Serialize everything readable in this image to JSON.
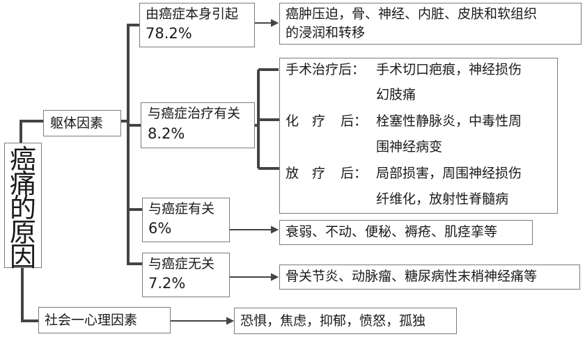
{
  "root": {
    "chars": [
      "癌",
      "痛",
      "的",
      "原",
      "因"
    ]
  },
  "body_factors": {
    "label": "躯体因素",
    "by_cancer_itself": {
      "label": "由癌症本身引起",
      "percent": "78.2%",
      "detail_line1": "癌肿压迫，骨、神经、内脏、皮肤和软组织",
      "detail_line2": "的浸润和转移"
    },
    "treatment_related": {
      "label": "与癌症治疗有关",
      "percent": "8.2%",
      "items": [
        {
          "key": "手术治疗后：",
          "line1": "手术切口疤痕，神经损伤",
          "line2": "幻肢痛"
        },
        {
          "key_chars": [
            "化",
            "疗",
            "后："
          ],
          "line1": "栓塞性静脉炎，中毒性周",
          "line2": "围神经病变"
        },
        {
          "key_chars": [
            "放",
            "疗",
            "后："
          ],
          "line1": "局部损害，周围神经损伤",
          "line2": "纤维化，放射性脊髓病"
        }
      ]
    },
    "cancer_related": {
      "label": "与癌症有关",
      "percent": "6%",
      "detail": "衰弱、不动、便秘、褥疮、肌痉挛等"
    },
    "unrelated": {
      "label": "与癌症无关",
      "percent": "7.2%",
      "detail": "骨关节炎、动脉瘤、糖尿病性末梢神经痛等"
    }
  },
  "social_psych": {
    "label": "社会一心理因素",
    "detail": "恐惧，焦虑，抑郁，愤怒，孤独"
  },
  "colors": {
    "line": "#444444",
    "border": "#7a7a7a",
    "text": "#1a1a1a"
  }
}
